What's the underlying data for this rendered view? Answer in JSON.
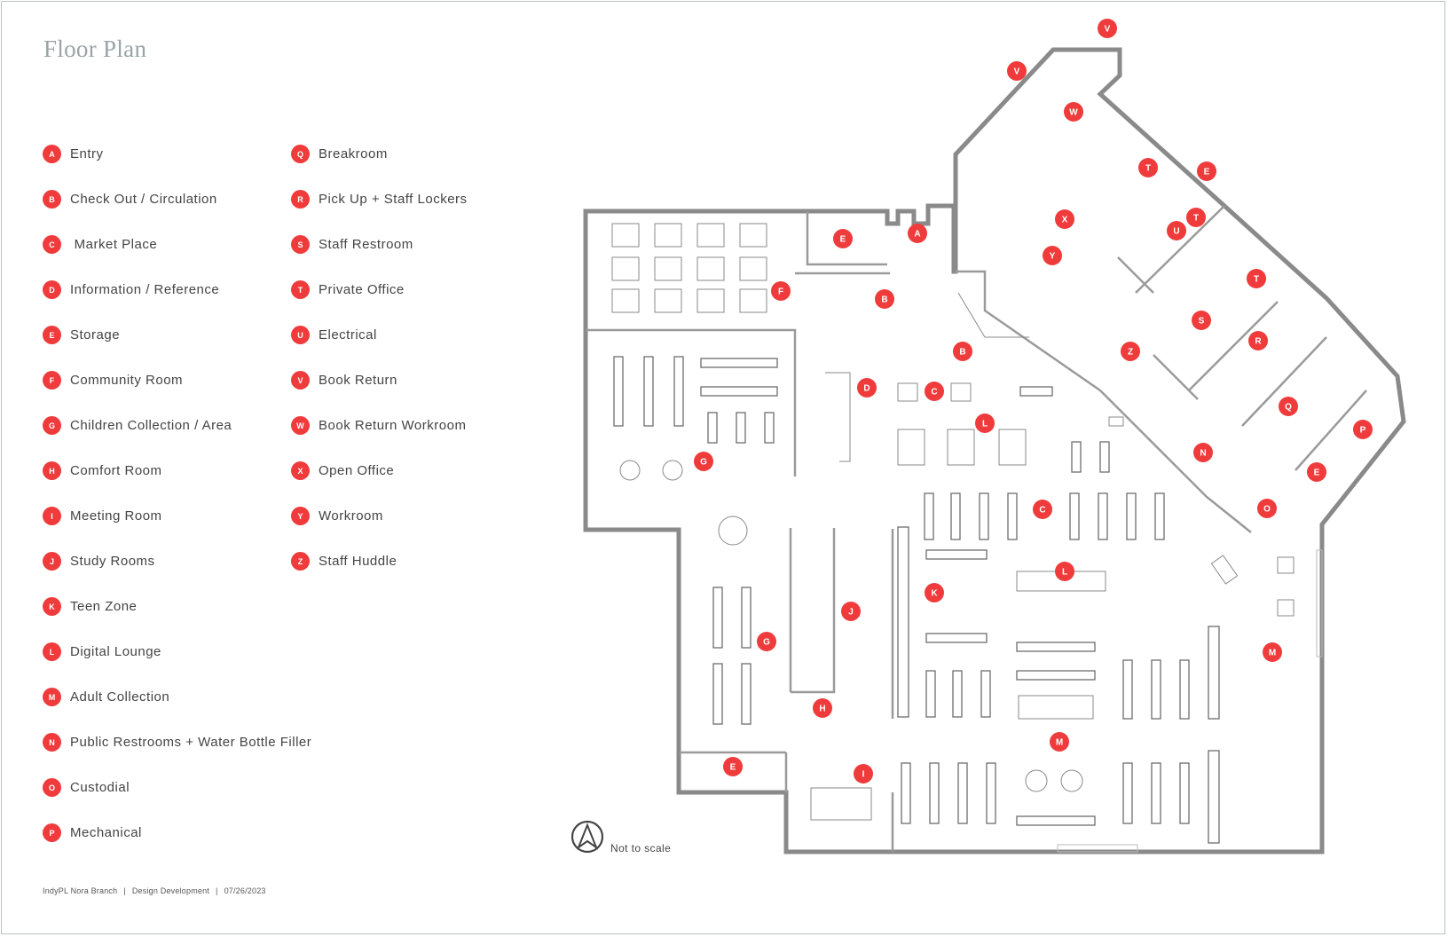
{
  "title": "Floor Plan",
  "legend_left": [
    {
      "key": "A",
      "label": "Entry"
    },
    {
      "key": "B",
      "label": "Check Out / Circulation"
    },
    {
      "key": "C",
      "label": " Market Place"
    },
    {
      "key": "D",
      "label": "Information / Reference"
    },
    {
      "key": "E",
      "label": "Storage"
    },
    {
      "key": "F",
      "label": "Community Room"
    },
    {
      "key": "G",
      "label": "Children Collection / Area"
    },
    {
      "key": "H",
      "label": "Comfort Room"
    },
    {
      "key": "I",
      "label": "Meeting Room"
    },
    {
      "key": "J",
      "label": "Study Rooms"
    },
    {
      "key": "K",
      "label": "Teen Zone"
    },
    {
      "key": "L",
      "label": "Digital Lounge"
    },
    {
      "key": "M",
      "label": "Adult Collection"
    },
    {
      "key": "N",
      "label": "Public Restrooms + Water Bottle Filler"
    },
    {
      "key": "O",
      "label": "Custodial"
    },
    {
      "key": "P",
      "label": "Mechanical"
    }
  ],
  "legend_right": [
    {
      "key": "Q",
      "label": "Breakroom"
    },
    {
      "key": "R",
      "label": "Pick Up + Staff Lockers"
    },
    {
      "key": "S",
      "label": "Staff Restroom"
    },
    {
      "key": "T",
      "label": "Private Office"
    },
    {
      "key": "U",
      "label": "Electrical"
    },
    {
      "key": "V",
      "label": "Book Return"
    },
    {
      "key": "W",
      "label": "Book Return Workroom"
    },
    {
      "key": "X",
      "label": "Open Office"
    },
    {
      "key": "Y",
      "label": "Workroom"
    },
    {
      "key": "Z",
      "label": "Staff Huddle"
    }
  ],
  "plan_markers": [
    "V",
    "V",
    "W",
    "E",
    "T",
    "T",
    "T",
    "X",
    "U",
    "A",
    "E",
    "F",
    "B",
    "Y",
    "S",
    "R",
    "B",
    "D",
    "C",
    "Z",
    "Q",
    "L",
    "P",
    "N",
    "E",
    "G",
    "O",
    "C",
    "L",
    "K",
    "J",
    "G",
    "M",
    "H",
    "M",
    "E",
    "I"
  ],
  "scale_note": "Not to scale",
  "footer": {
    "project": "IndyPL Nora Branch",
    "phase": "Design Development",
    "date": "07/26/2023"
  },
  "colors": {
    "marker": "#ef3b3b",
    "title": "#9aa4a6",
    "wall": "#8a8a8a"
  }
}
